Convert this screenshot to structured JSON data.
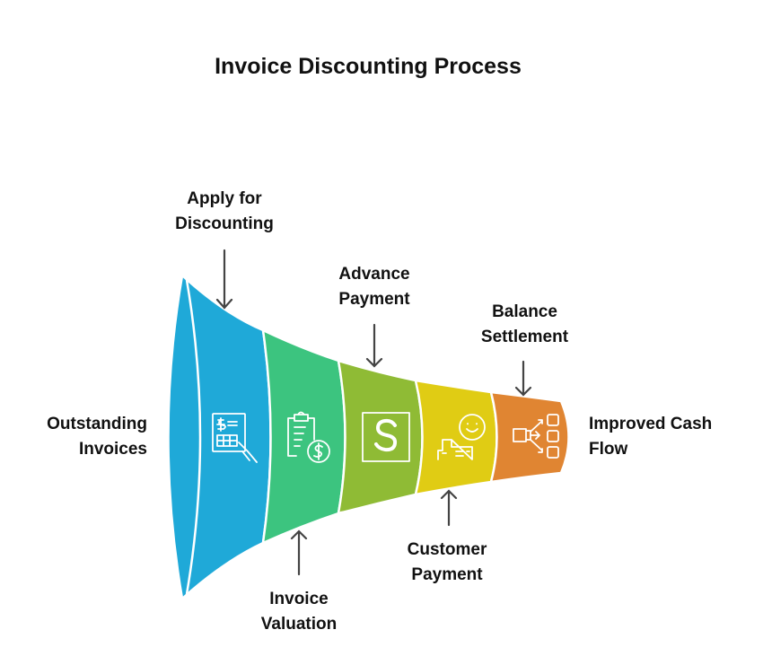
{
  "title": "Invoice Discounting Process",
  "start_label": "Outstanding\nInvoices",
  "end_label": "Improved Cash\nFlow",
  "stages": [
    {
      "label": "Apply for\nDiscounting",
      "color": "#1fa9d8",
      "icon": "invoice-hand-icon",
      "arrow": "down"
    },
    {
      "label": "Invoice\nValuation",
      "color": "#3cc47f",
      "icon": "clipboard-dollar-icon",
      "arrow": "up"
    },
    {
      "label": "Advance\nPayment",
      "color": "#8fbb35",
      "icon": "dollar-square-icon",
      "arrow": "down"
    },
    {
      "label": "Customer\nPayment",
      "color": "#e0cc14",
      "icon": "happy-customer-payment-icon",
      "arrow": "up"
    },
    {
      "label": "Balance\nSettlement",
      "color": "#e08532",
      "icon": "distribution-flow-icon",
      "arrow": "down"
    }
  ]
}
